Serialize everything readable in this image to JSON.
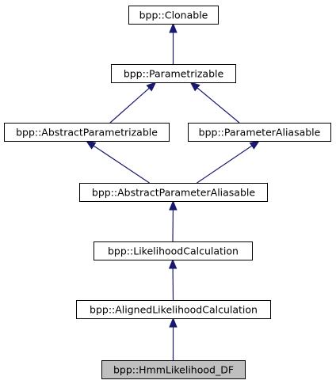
{
  "diagram": {
    "type": "inheritance-graph",
    "colors": {
      "edge": "#191970",
      "node_border": "#000000",
      "node_fill": "#ffffff",
      "current_fill": "#bfbfbf"
    },
    "nodes": [
      {
        "id": "clonable",
        "label": "bpp::Clonable"
      },
      {
        "id": "parametrizable",
        "label": "bpp::Parametrizable"
      },
      {
        "id": "abstract_parametrizable",
        "label": "bpp::AbstractParametrizable"
      },
      {
        "id": "parameter_aliasable",
        "label": "bpp::ParameterAliasable"
      },
      {
        "id": "abstract_parameter_aliasable",
        "label": "bpp::AbstractParameterAliasable"
      },
      {
        "id": "likelihood_calculation",
        "label": "bpp::LikelihoodCalculation"
      },
      {
        "id": "aligned_likelihood_calculation",
        "label": "bpp::AlignedLikelihoodCalculation"
      },
      {
        "id": "hmm_likelihood_df",
        "label": "bpp::HmmLikelihood_DF",
        "current": true
      }
    ],
    "edges": [
      {
        "from": "parametrizable",
        "to": "clonable"
      },
      {
        "from": "abstract_parametrizable",
        "to": "parametrizable"
      },
      {
        "from": "parameter_aliasable",
        "to": "parametrizable"
      },
      {
        "from": "abstract_parameter_aliasable",
        "to": "abstract_parametrizable"
      },
      {
        "from": "abstract_parameter_aliasable",
        "to": "parameter_aliasable"
      },
      {
        "from": "likelihood_calculation",
        "to": "abstract_parameter_aliasable"
      },
      {
        "from": "aligned_likelihood_calculation",
        "to": "likelihood_calculation"
      },
      {
        "from": "hmm_likelihood_df",
        "to": "aligned_likelihood_calculation"
      }
    ]
  }
}
